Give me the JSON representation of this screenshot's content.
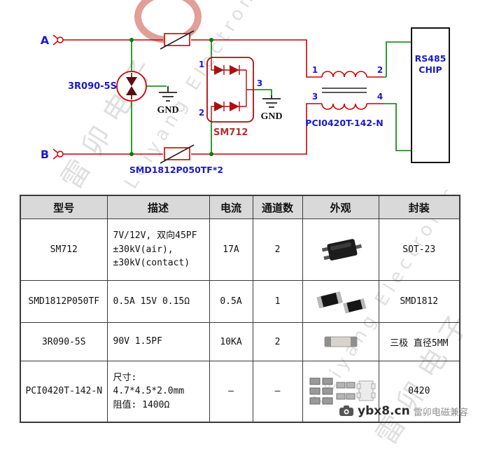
{
  "schematic": {
    "port_a_label": "A",
    "port_b_label": "B",
    "gdt_ref": "3R090-5S",
    "gnd_1": "GND",
    "gnd_2": "GND",
    "tvs_ref": "SM712",
    "tvs_pins": {
      "p1": "1",
      "p2": "2",
      "p3": "3"
    },
    "fuse_ref": "SMD1812P050TF*2",
    "transformer_ref": "PCI0420T-142-N",
    "transformer_pins": {
      "p1": "1",
      "p2": "2",
      "p3": "3",
      "p4": "4"
    },
    "chip_line1": "RS485",
    "chip_line2": "CHIP",
    "colors": {
      "wire": "#cc0000",
      "branch": "#008000",
      "label": "#1a1acc",
      "component": "#aa1111"
    }
  },
  "watermark": {
    "en": "Leiyang Electronic",
    "cn": "雷卯电子"
  },
  "table": {
    "headers": [
      "型号",
      "描述",
      "电流",
      "通道数",
      "外观",
      "封装"
    ],
    "rows": [
      {
        "model": "SM712",
        "description": "7V/12V, 双向45PF\n±30kV(air),\n±30kV(contact)",
        "current": "17A",
        "channels": "2",
        "package": "SOT-23",
        "appearance": "SOT-23 black 3-pin package photo"
      },
      {
        "model": "SMD1812P050TF",
        "description": "0.5A 15V 0.15Ω",
        "current": "0.5A",
        "channels": "1",
        "package": "SMD1812",
        "appearance": "two black SMD fuse chips photo"
      },
      {
        "model": "3R090-5S",
        "description": "90V 1.5PF",
        "current": "10KA",
        "channels": "2",
        "package": "三极 直径5MM",
        "appearance": "ceramic gas discharge tube photo"
      },
      {
        "model": "PCI0420T-142-N",
        "description": "尺寸:\n4.7*4.5*2.0mm\n阻值: 1400Ω",
        "current": "–",
        "channels": "–",
        "package": "0420",
        "appearance": "transformer land pattern photo"
      }
    ]
  },
  "footer": {
    "site": "ybx8.cn",
    "brand": "雷卯电磁兼容"
  }
}
